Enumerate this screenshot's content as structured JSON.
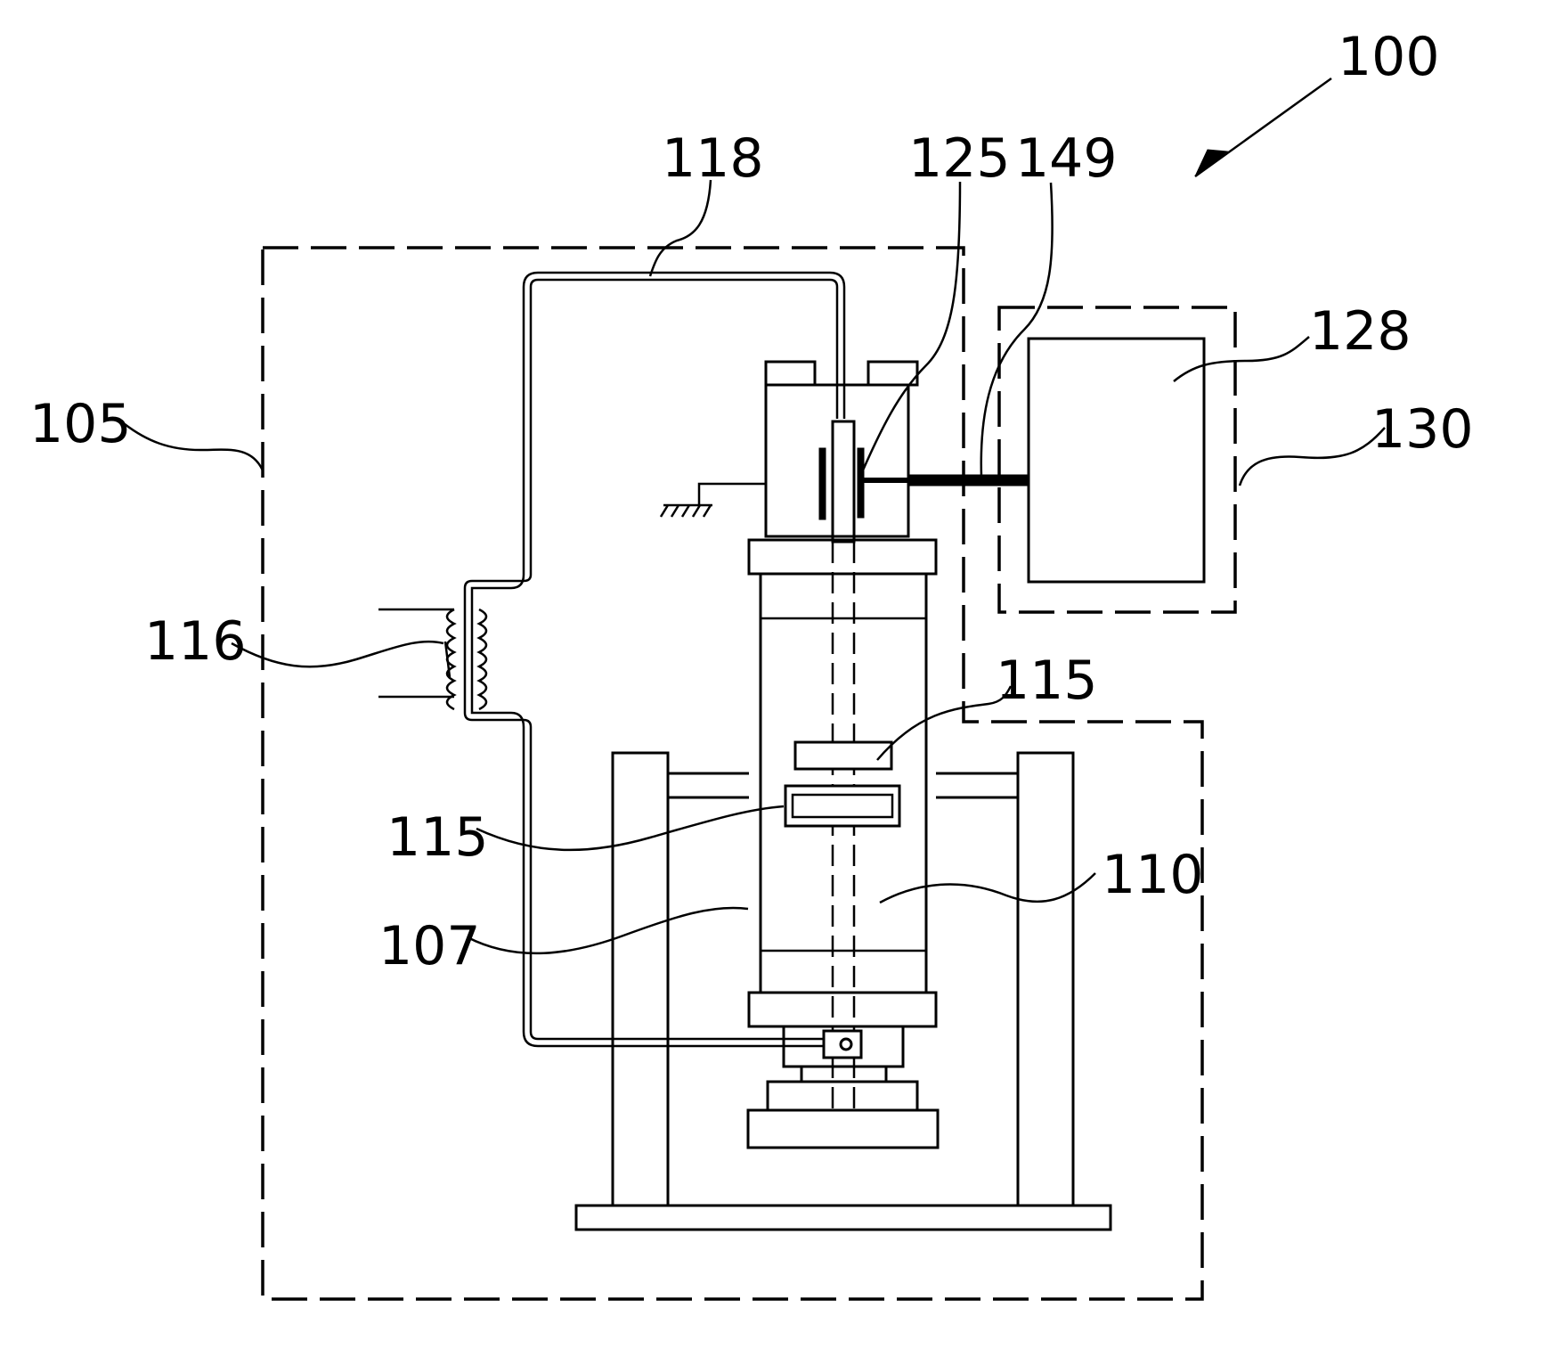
{
  "figure": {
    "labels": {
      "l100": "100",
      "l105": "105",
      "l107": "107",
      "l110": "110",
      "l115_upper": "115",
      "l115_lower": "115",
      "l116": "116",
      "l118": "118",
      "l125": "125",
      "l128": "128",
      "l130": "130",
      "l149": "149"
    }
  }
}
